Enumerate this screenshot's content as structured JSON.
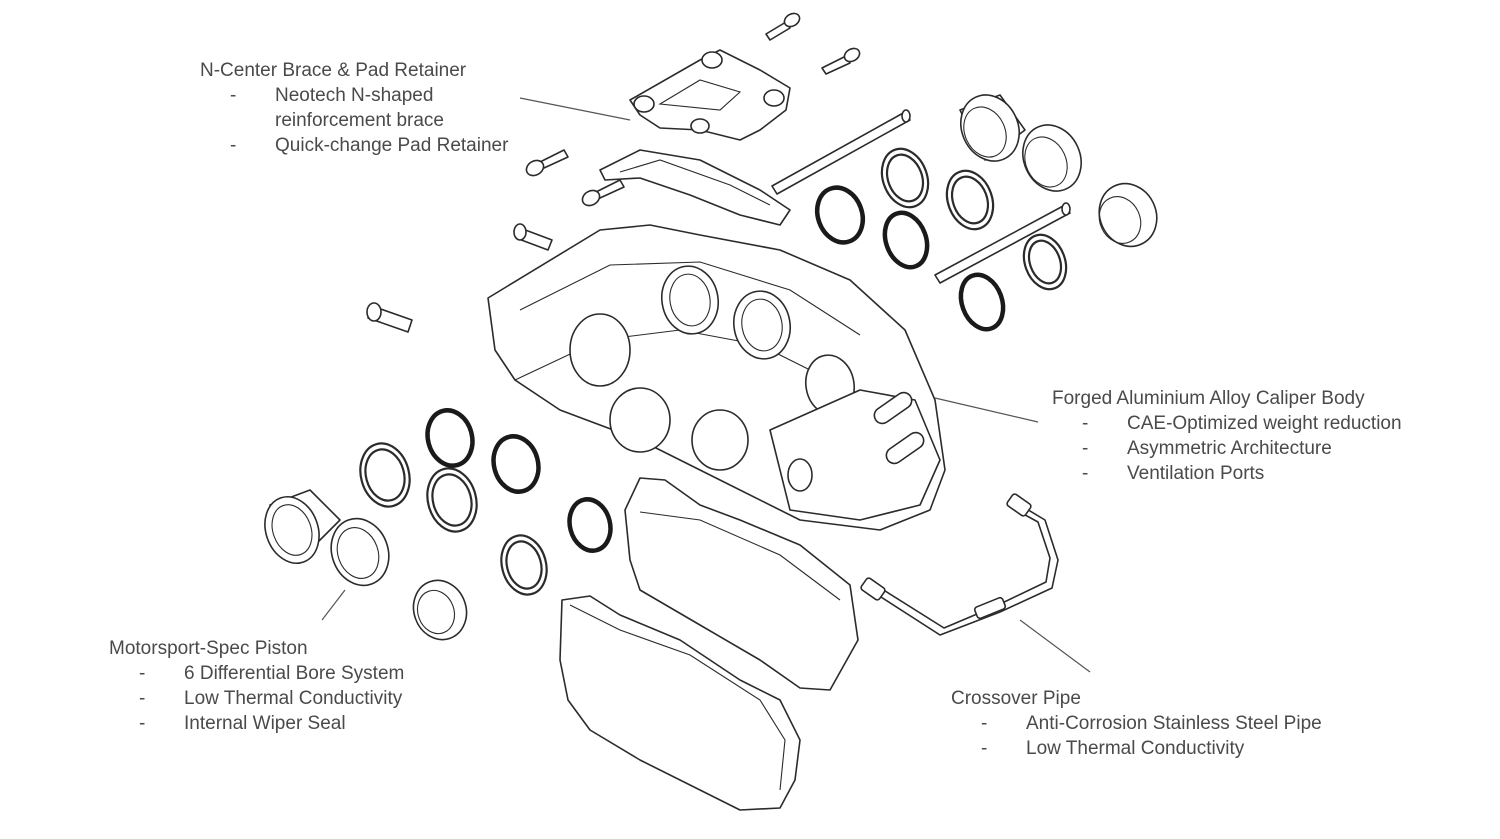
{
  "callouts": {
    "brace": {
      "title": "N-Center Brace & Pad Retainer",
      "items": [
        "Neotech N-shaped",
        "reinforcement brace",
        "Quick-change Pad Retainer"
      ],
      "dashes": [
        "-",
        "",
        "-"
      ]
    },
    "body": {
      "title": "Forged Aluminium Alloy Caliper Body",
      "items": [
        "CAE-Optimized weight reduction",
        "Asymmetric Architecture",
        "Ventilation Ports"
      ],
      "dashes": [
        "-",
        "-",
        "-"
      ]
    },
    "piston": {
      "title": "Motorsport-Spec Piston",
      "items": [
        "6 Differential Bore System",
        "Low Thermal Conductivity",
        "Internal Wiper Seal"
      ],
      "dashes": [
        "-",
        "-",
        "-"
      ]
    },
    "pipe": {
      "title": "Crossover Pipe",
      "items": [
        "Anti-Corrosion Stainless Steel Pipe",
        "Low Thermal Conductivity"
      ],
      "dashes": [
        "-",
        "-"
      ]
    }
  },
  "colors": {
    "text": "#4a4a4a",
    "line": "#2b2b2b"
  }
}
